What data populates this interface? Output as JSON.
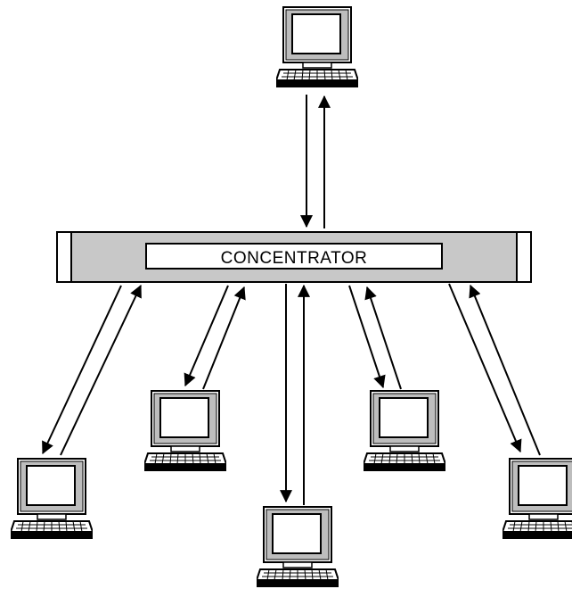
{
  "concentrator": {
    "label": "CONCENTRATOR"
  },
  "colors": {
    "bar_fill": "#c8c8c8",
    "stroke": "#000000",
    "label_box": "#ffffff"
  },
  "nodes": [
    {
      "id": "computer-top"
    },
    {
      "id": "computer-bottom-far-left"
    },
    {
      "id": "computer-bottom-left"
    },
    {
      "id": "computer-bottom-center"
    },
    {
      "id": "computer-bottom-right"
    },
    {
      "id": "computer-bottom-far-right"
    }
  ]
}
